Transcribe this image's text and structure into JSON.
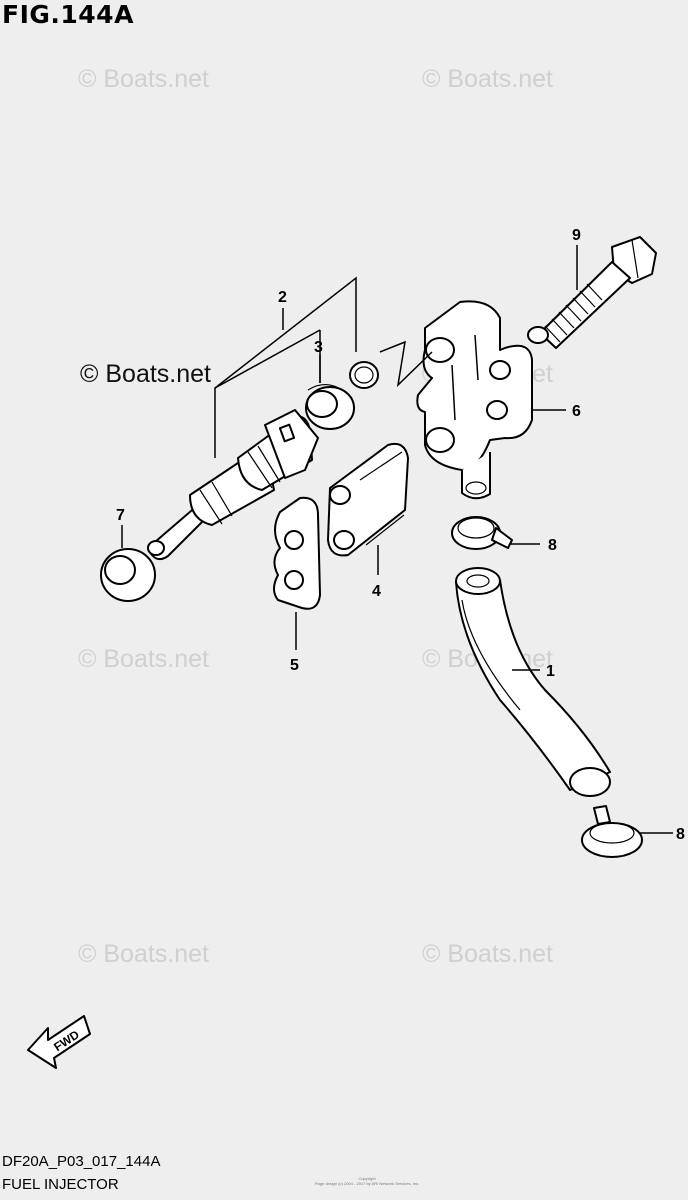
{
  "figure": {
    "title": "FIG.144A",
    "code": "DF20A_P03_017_144A",
    "name": "FUEL INJECTOR",
    "copyright_line1": "Copyright",
    "copyright_line2": "Page design (c) 2004 - 2017 by ARI Network Services, Inc."
  },
  "watermark": {
    "text": "© Boats.net",
    "prominent_text": "© Boats.net"
  },
  "direction_arrow": {
    "label": "FWD"
  },
  "callouts": [
    {
      "id": "callout-1",
      "label": "1"
    },
    {
      "id": "callout-2",
      "label": "2"
    },
    {
      "id": "callout-3",
      "label": "3"
    },
    {
      "id": "callout-4",
      "label": "4"
    },
    {
      "id": "callout-5",
      "label": "5"
    },
    {
      "id": "callout-6",
      "label": "6"
    },
    {
      "id": "callout-7",
      "label": "7"
    },
    {
      "id": "callout-8a",
      "label": "8"
    },
    {
      "id": "callout-8b",
      "label": "8"
    },
    {
      "id": "callout-9",
      "label": "9"
    }
  ]
}
